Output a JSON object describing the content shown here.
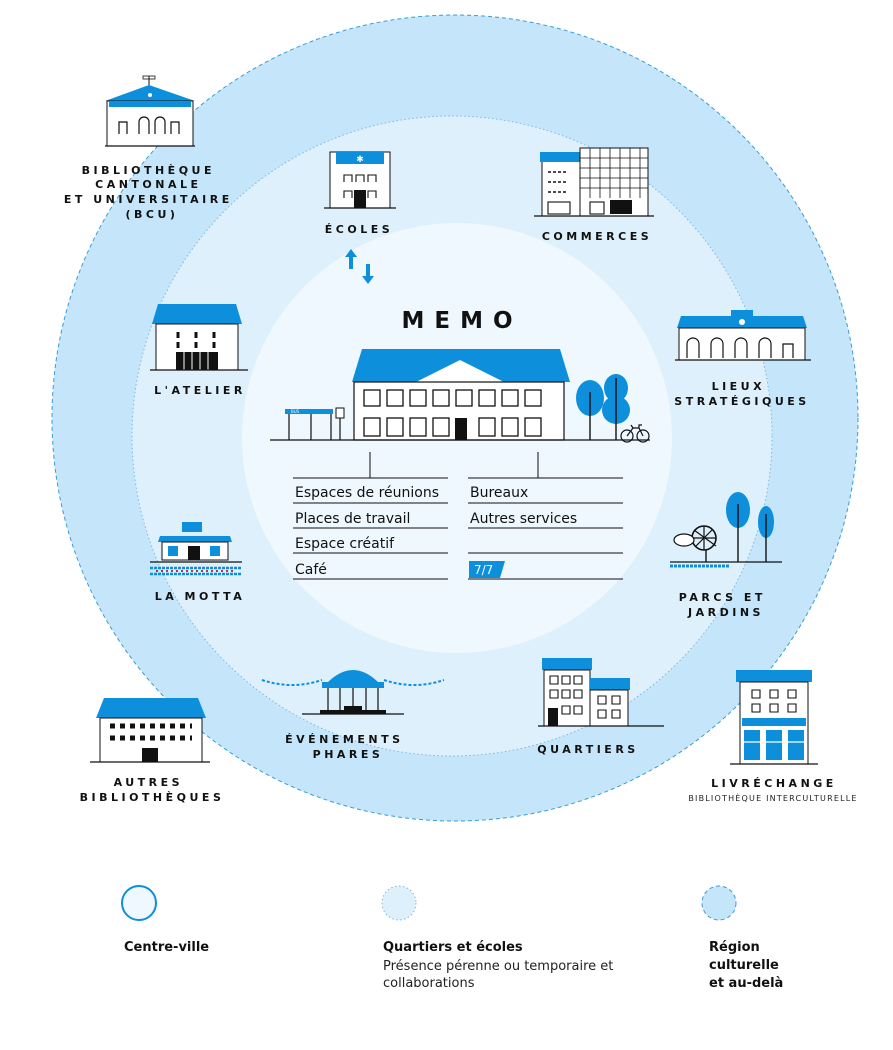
{
  "colors": {
    "outer": "#c5e6fa",
    "middle": "#def0fb",
    "inner": "#eef8fe",
    "accent": "#0d8fdb",
    "ink": "#111111"
  },
  "center": {
    "title": "MEMO",
    "services_left": [
      "Espaces de réunions",
      "Places de travail",
      "Espace créatif",
      "Café"
    ],
    "services_right": [
      "Bureaux",
      "Autres services",
      "",
      "7/7"
    ],
    "bus_sign": "BUS"
  },
  "places": {
    "bcu": [
      "BIBLIOTHÈQUE",
      "CANTONALE",
      "ET UNIVERSITAIRE",
      "(BCU)"
    ],
    "ecoles": "ÉCOLES",
    "commerces": "COMMERCES",
    "atelier": "L'ATELIER",
    "lieux": [
      "LIEUX",
      "STRATÉGIQUES"
    ],
    "motta": "LA MOTTA",
    "parcs": [
      "PARCS ET",
      "JARDINS"
    ],
    "evenements": [
      "ÉVÉNEMENTS",
      "PHARES"
    ],
    "quartiers": "QUARTIERS",
    "autres": [
      "AUTRES",
      "BIBLIOTHÈQUES"
    ],
    "livrechange": "LIVRÉCHANGE",
    "livrechange_sub": "BIBLIOTHÈQUE INTERCULTURELLE"
  },
  "legend": [
    {
      "title": [
        "Centre-ville"
      ],
      "desc": []
    },
    {
      "title": [
        "Quartiers et écoles"
      ],
      "desc": [
        "Présence pérenne ou temporaire et",
        "collaborations"
      ]
    },
    {
      "title": [
        "Région",
        "culturelle",
        "et au-delà"
      ],
      "desc": []
    }
  ]
}
